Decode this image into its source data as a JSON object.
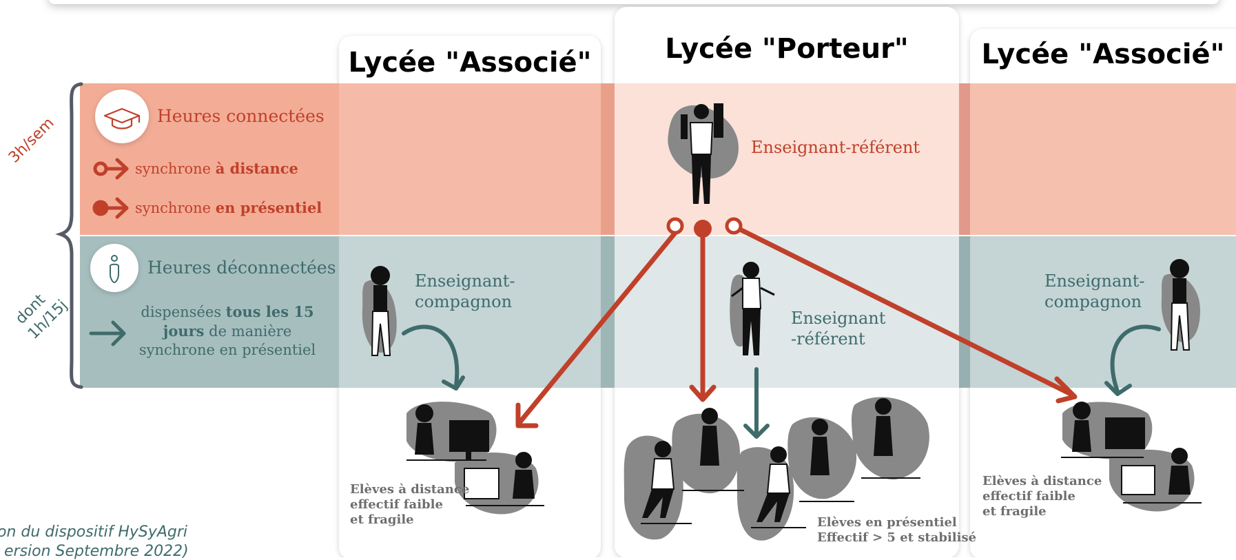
{
  "columns": {
    "left_title": "Lycée \"Associé\"",
    "center_title": "Lycée \"Porteur\"",
    "right_title": "Lycée \"Associé\""
  },
  "side": {
    "hours_connected": "3h/sem",
    "hours_disconnected_line1": "dont",
    "hours_disconnected_line2": "1h/15j"
  },
  "legend": {
    "connected_title": "Heures connectées",
    "sync_remote_prefix": "synchrone ",
    "sync_remote_bold": "à distance",
    "sync_inperson_prefix": "synchrone ",
    "sync_inperson_bold": "en présentiel",
    "disconnected_title": "Heures déconnectées",
    "disc_line1_prefix": "dispensées ",
    "disc_line1_bold": "tous les 15",
    "disc_line2_bold": "jours",
    "disc_line2_suffix": " de manière",
    "disc_line3": "synchrone en présentiel"
  },
  "roles": {
    "referent_top": "Enseignant-référent",
    "companion_left_l1": "Enseignant-",
    "companion_left_l2": "compagnon",
    "referent_mid_l1": "Enseignant",
    "referent_mid_l2": "-référent",
    "companion_right_l1": "Enseignant-",
    "companion_right_l2": "compagnon"
  },
  "students": {
    "left_l1": "Elèves à distance",
    "left_l2": "effectif faible",
    "left_l3": "et fragile",
    "center_l1": "Elèves en présentiel",
    "center_l2": "Effectif > 5 et stabilisé",
    "right_l1": "Elèves à distance",
    "right_l2": "effectif faible",
    "right_l3": "et fragile"
  },
  "footer": {
    "line1": "on du dispositif HySyAgri",
    "line2": "ersion Septembre 2022)"
  },
  "colors": {
    "band_red": "#f3ad97",
    "band_red_light": "#fbe1d8",
    "band_teal": "#a7bebf",
    "band_teal_light": "#dfe7e8",
    "accent_red": "#c0402a",
    "accent_teal": "#3f6b6b",
    "blob_gray": "#888888"
  }
}
